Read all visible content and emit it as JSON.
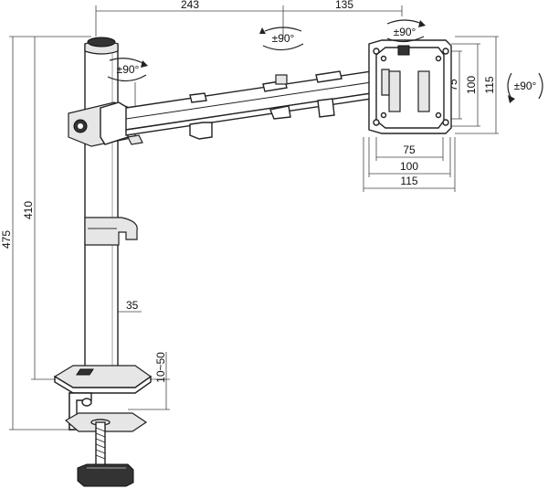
{
  "dimensions": {
    "arm_length": "243",
    "head_offset": "135",
    "overall_height": "475",
    "pole_height": "410",
    "pole_diameter": "35",
    "clamp_range": "10~50",
    "vesa_small": "75",
    "vesa_medium": "100",
    "vesa_large": "115"
  },
  "rotations": {
    "pole_swivel": "±90°",
    "arm_swivel": "±90°",
    "head_tilt": "±90°",
    "head_rotate": "±90°"
  }
}
